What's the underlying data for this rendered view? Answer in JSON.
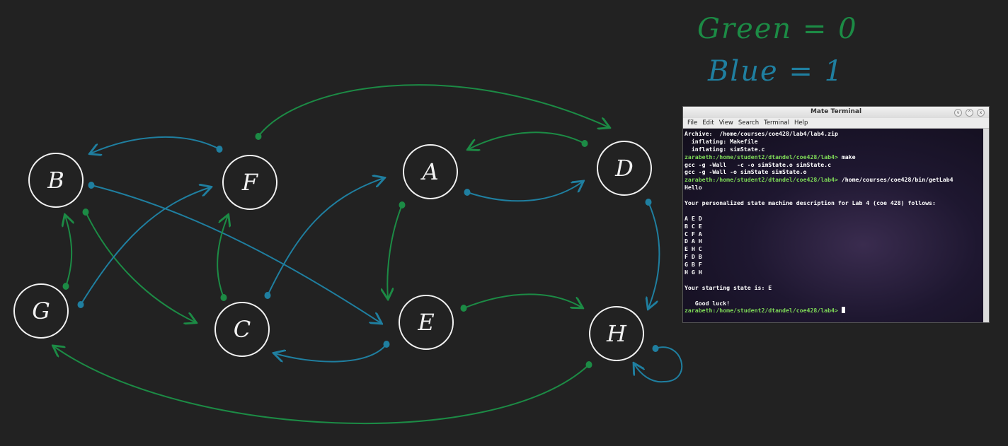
{
  "legend": {
    "green_label": "Green = 0",
    "blue_label": "Blue = 1",
    "colors": {
      "green": "#1c8b45",
      "blue": "#1f7fa0"
    }
  },
  "nodes": [
    {
      "id": "A",
      "label": "A"
    },
    {
      "id": "B",
      "label": "B"
    },
    {
      "id": "C",
      "label": "C"
    },
    {
      "id": "D",
      "label": "D"
    },
    {
      "id": "E",
      "label": "E"
    },
    {
      "id": "F",
      "label": "F"
    },
    {
      "id": "G",
      "label": "G"
    },
    {
      "id": "H",
      "label": "H"
    }
  ],
  "transitions": [
    {
      "from": "A",
      "to": "E",
      "input": 0
    },
    {
      "from": "A",
      "to": "D",
      "input": 1
    },
    {
      "from": "B",
      "to": "C",
      "input": 0
    },
    {
      "from": "B",
      "to": "E",
      "input": 1
    },
    {
      "from": "C",
      "to": "F",
      "input": 0
    },
    {
      "from": "C",
      "to": "A",
      "input": 1
    },
    {
      "from": "D",
      "to": "A",
      "input": 0
    },
    {
      "from": "D",
      "to": "H",
      "input": 1
    },
    {
      "from": "E",
      "to": "H",
      "input": 0
    },
    {
      "from": "E",
      "to": "C",
      "input": 1
    },
    {
      "from": "F",
      "to": "D",
      "input": 0
    },
    {
      "from": "F",
      "to": "B",
      "input": 1
    },
    {
      "from": "G",
      "to": "B",
      "input": 0
    },
    {
      "from": "G",
      "to": "F",
      "input": 1
    },
    {
      "from": "H",
      "to": "G",
      "input": 0
    },
    {
      "from": "H",
      "to": "H",
      "input": 1
    }
  ],
  "terminal": {
    "title": "Mate Terminal",
    "menu": [
      "File",
      "Edit",
      "View",
      "Search",
      "Terminal",
      "Help"
    ],
    "window_buttons": [
      "v",
      "^",
      "x"
    ],
    "lines": [
      {
        "prompt": "",
        "text": "Archive:  /home/courses/coe428/lab4/lab4.zip"
      },
      {
        "prompt": "",
        "text": "  inflating: Makefile"
      },
      {
        "prompt": "",
        "text": "  inflating: simState.c"
      },
      {
        "prompt": "zarabeth:/home/student2/dtandel/coe428/lab4>",
        "text": " make"
      },
      {
        "prompt": "",
        "text": "gcc -g -Wall   -c -o simState.o simState.c"
      },
      {
        "prompt": "",
        "text": "gcc -g -Wall -o simState simState.o"
      },
      {
        "prompt": "zarabeth:/home/student2/dtandel/coe428/lab4>",
        "text": " /home/courses/coe428/bin/getLab4"
      },
      {
        "prompt": "",
        "text": "Hello"
      },
      {
        "prompt": "",
        "text": ""
      },
      {
        "prompt": "",
        "text": "Your personalized state machine description for Lab 4 (coe 428) follows:"
      },
      {
        "prompt": "",
        "text": ""
      },
      {
        "prompt": "",
        "text": "A E D"
      },
      {
        "prompt": "",
        "text": "B C E"
      },
      {
        "prompt": "",
        "text": "C F A"
      },
      {
        "prompt": "",
        "text": "D A H"
      },
      {
        "prompt": "",
        "text": "E H C"
      },
      {
        "prompt": "",
        "text": "F D B"
      },
      {
        "prompt": "",
        "text": "G B F"
      },
      {
        "prompt": "",
        "text": "H G H"
      },
      {
        "prompt": "",
        "text": ""
      },
      {
        "prompt": "",
        "text": "Your starting state is: E"
      },
      {
        "prompt": "",
        "text": ""
      },
      {
        "prompt": "",
        "text": "   Good luck!"
      }
    ],
    "final_prompt": "zarabeth:/home/student2/dtandel/coe428/lab4>"
  }
}
